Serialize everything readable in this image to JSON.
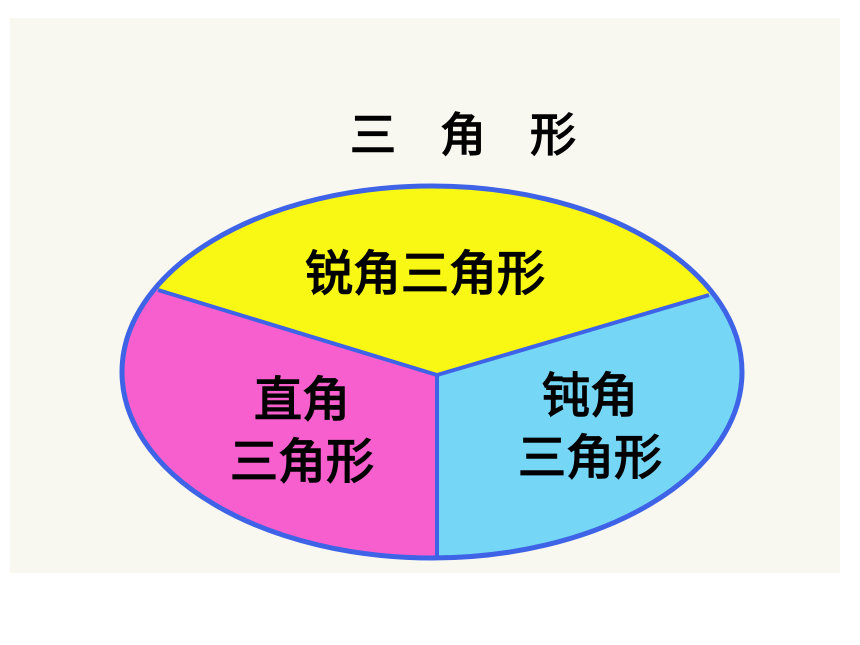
{
  "title": "三 角 形",
  "diagram": {
    "parts": [
      {
        "id": "acute",
        "lines": [
          "锐角三角形"
        ],
        "color": "#f8f814"
      },
      {
        "id": "right",
        "lines": [
          "直角",
          "三角形"
        ],
        "color": "#f75fcf"
      },
      {
        "id": "obtuse",
        "lines": [
          "钝角",
          "三角形"
        ],
        "color": "#75d6f6"
      }
    ],
    "outline_color": "#3e63e6"
  }
}
